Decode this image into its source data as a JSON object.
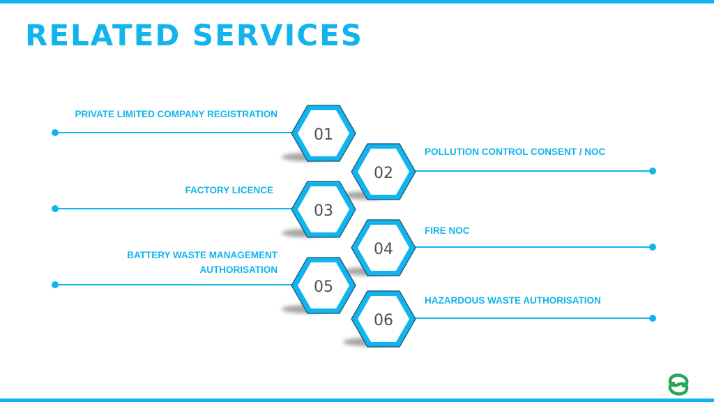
{
  "title": "RELATED SERVICES",
  "colors": {
    "accent": "#11b4ec",
    "number_text": "#4d4d4d",
    "logo": "#2aa55a"
  },
  "services": [
    {
      "number": "01",
      "label": "PRIVATE LIMITED COMPANY REGISTRATION",
      "side": "left"
    },
    {
      "number": "02",
      "label": "POLLUTION CONTROL CONSENT / NOC",
      "side": "right"
    },
    {
      "number": "03",
      "label": "FACTORY LICENCE",
      "side": "left"
    },
    {
      "number": "04",
      "label": "FIRE NOC",
      "side": "right"
    },
    {
      "number": "05",
      "label_line1": "BATTERY WASTE MANAGEMENT",
      "label_line2": "AUTHORISATION",
      "side": "left"
    },
    {
      "number": "06",
      "label": "HAZARDOUS WASTE AUTHORISATION",
      "side": "right"
    }
  ],
  "logo_icon": "brand-logo-icon"
}
